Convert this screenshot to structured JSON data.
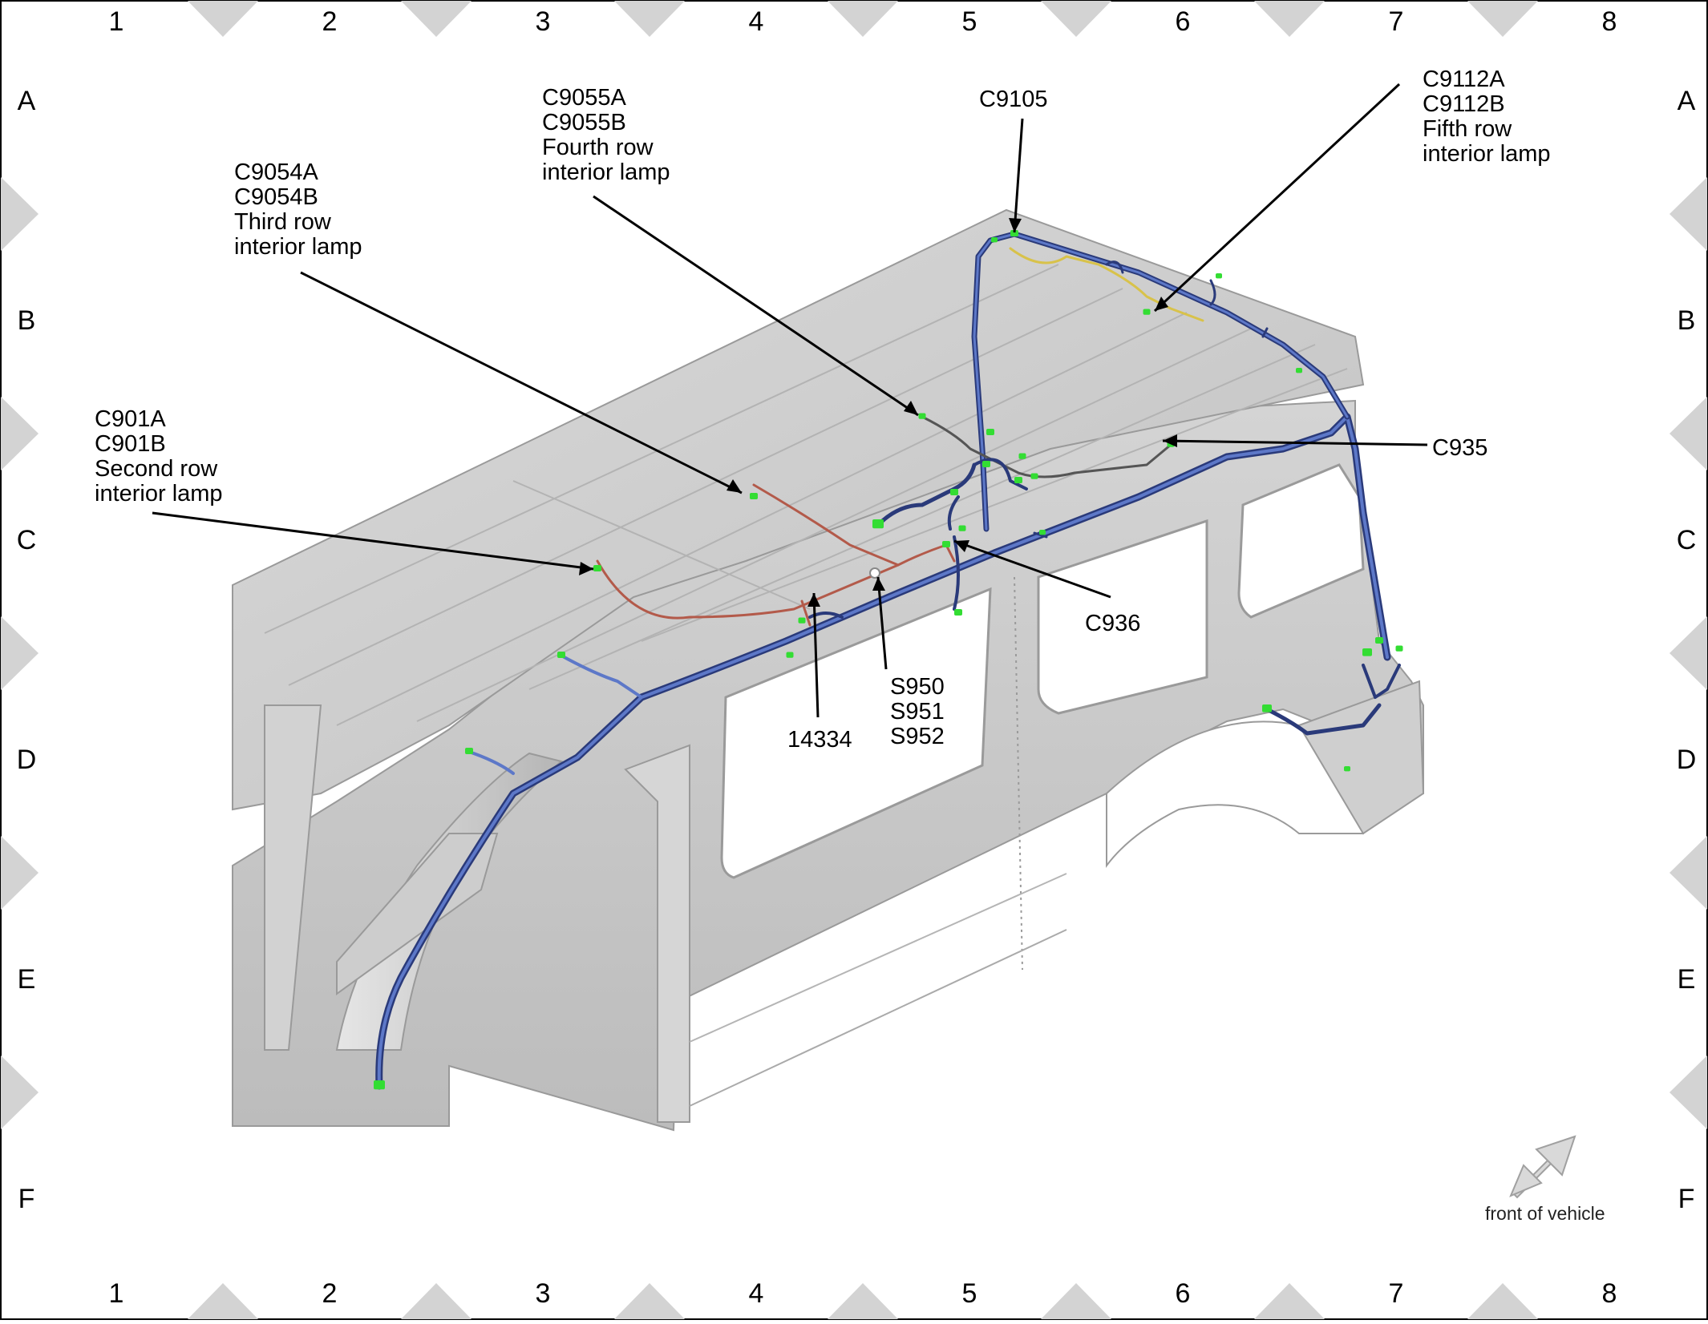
{
  "grid": {
    "columns": [
      "1",
      "2",
      "3",
      "4",
      "5",
      "6",
      "7",
      "8"
    ],
    "rows": [
      "A",
      "B",
      "C",
      "D",
      "E",
      "F"
    ]
  },
  "callouts": {
    "c901": [
      "C901A",
      "C901B",
      "Second row",
      "interior lamp"
    ],
    "c9054": [
      "C9054A",
      "C9054B",
      "Third row",
      "interior lamp"
    ],
    "c9055": [
      "C9055A",
      "C9055B",
      "Fourth row",
      "interior lamp"
    ],
    "c9105": [
      "C9105"
    ],
    "c9112": [
      "C9112A",
      "C9112B",
      "Fifth row",
      "interior lamp"
    ],
    "c935": [
      "C935"
    ],
    "c936": [
      "C936"
    ],
    "splices": [
      "S950",
      "S951",
      "S952"
    ],
    "harness": [
      "14334"
    ]
  },
  "orientation": {
    "label": "front of vehicle",
    "icon": "front-arrow-icon"
  },
  "colors": {
    "harness_main": "#4a62b0",
    "harness_dark": "#2a3a7a",
    "harness_red": "#b35a4a",
    "harness_yellow": "#d8c24a",
    "connector": "#33dd33",
    "body_light": "#e4e4e4",
    "body_mid": "#c9c9c9",
    "body_dark": "#a8a8a8",
    "window": "#ffffff"
  }
}
